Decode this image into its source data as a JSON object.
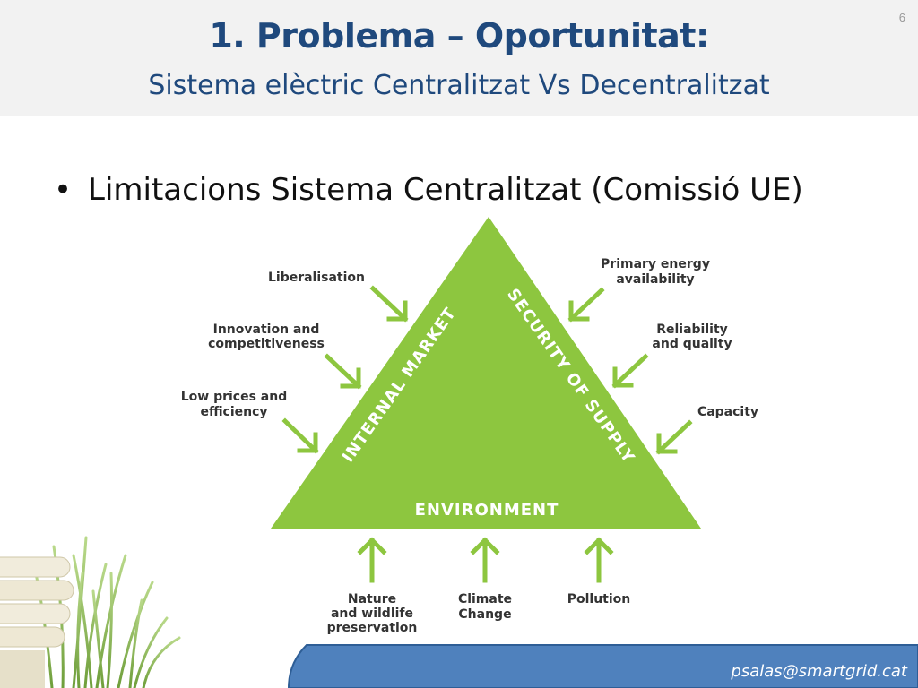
{
  "slide": {
    "title": "1. Problema – Oportunitat:",
    "subtitle": "Sistema elèctric Centralitzat Vs Decentralitzat",
    "page_number": "6",
    "bullet": "Limitacions Sistema Centralitzat (Comissió UE)",
    "email": "psalas@smartgrid.cat"
  },
  "diagram": {
    "side_left": "INTERNAL MARKET",
    "side_right": "SECURITY OF SUPPLY",
    "side_bottom": "ENVIRONMENT",
    "left_factors": {
      "f1": "Liberalisation",
      "f2a": "Innovation and",
      "f2b": "competitiveness",
      "f3a": "Low prices and",
      "f3b": "efficiency"
    },
    "right_factors": {
      "f1a": "Primary energy",
      "f1b": "availability",
      "f2a": "Reliability",
      "f2b": "and quality",
      "f3": "Capacity"
    },
    "bottom_factors": {
      "f1a": "Nature",
      "f1b": "and wildlife",
      "f1c": "preservation",
      "f2a": "Climate",
      "f2b": "Change",
      "f3": "Pollution"
    }
  },
  "colors": {
    "title": "#1f497d",
    "triangle": "#8dc63f",
    "arrow": "#8dc63f",
    "footer": "#4f81bd"
  }
}
